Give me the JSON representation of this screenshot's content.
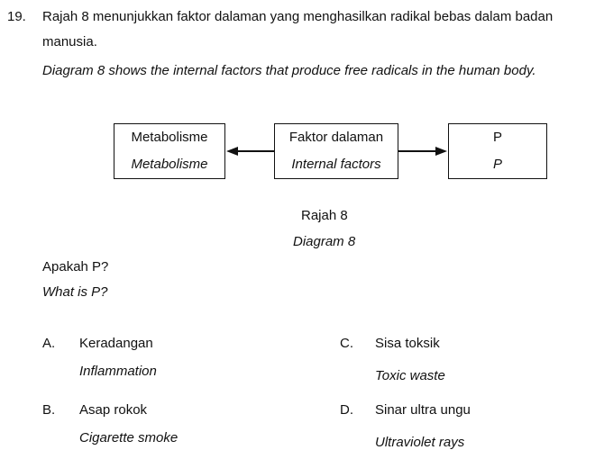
{
  "question": {
    "number": "19.",
    "stem_ms_line1": "Rajah 8 menunjukkan faktor dalaman yang menghasilkan radikal bebas dalam badan",
    "stem_ms_line2": "manusia.",
    "stem_en": "Diagram 8 shows the internal factors that produce free radicals in the human body."
  },
  "diagram": {
    "left_box": {
      "ms": "Metabolisme",
      "en": "Metabolisme"
    },
    "center_box": {
      "ms": "Faktor dalaman",
      "en": "Internal factors"
    },
    "right_box": {
      "ms": "P",
      "en": "P"
    },
    "caption_ms": "Rajah 8",
    "caption_en": "Diagram 8"
  },
  "prompt": {
    "ms": "Apakah P?",
    "en": "What is P?"
  },
  "options": [
    {
      "letter": "A.",
      "ms": "Keradangan",
      "en": "Inflammation"
    },
    {
      "letter": "B.",
      "ms": "Asap rokok",
      "en": "Cigarette smoke"
    },
    {
      "letter": "C.",
      "ms": "Sisa toksik",
      "en": "Toxic waste"
    },
    {
      "letter": "D.",
      "ms": "Sinar ultra ungu",
      "en": "Ultraviolet rays"
    }
  ]
}
